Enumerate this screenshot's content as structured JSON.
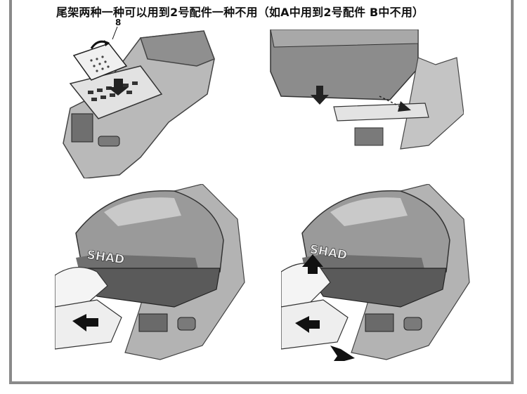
{
  "instruction": {
    "title": "尾架两种一种可以用到2号配件一种不用（如A中用到2号配件 B中不用）"
  },
  "figure": {
    "callout_number": "8",
    "brand_label_left": "SHAD",
    "brand_label_right": "SHAD"
  },
  "colors": {
    "frame_border": "#8a8a8a",
    "box_dark": "#6f6f6f",
    "box_mid": "#9a9a9a",
    "box_light": "#c9c9c9",
    "arrow": "#222222"
  }
}
